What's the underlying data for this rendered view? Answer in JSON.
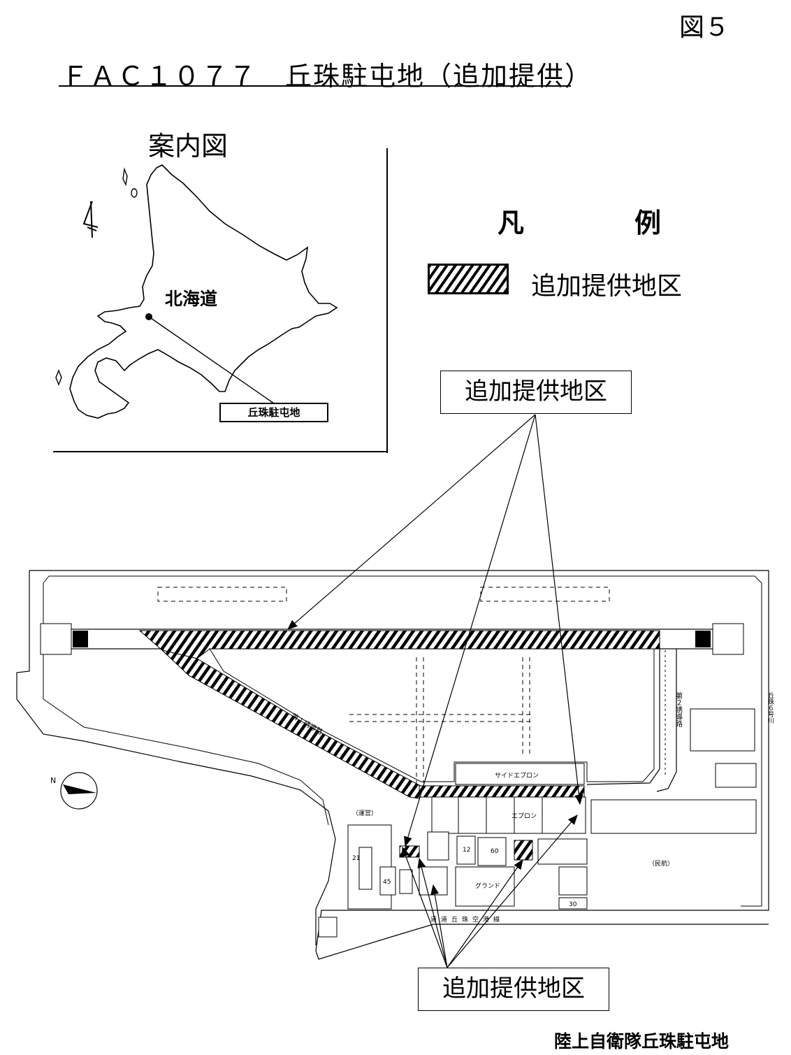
{
  "header": {
    "figure_number": "図５",
    "title": "ＦＡＣ１０７７　丘珠駐屯地（追加提供）"
  },
  "inset_map": {
    "title": "案内図",
    "region_label": "北海道",
    "location_label": "丘珠駐屯地"
  },
  "legend": {
    "heading": "凡　例",
    "items": [
      {
        "label": "追加提供地区",
        "pattern": "diagonal-hatch"
      }
    ]
  },
  "site_map": {
    "callouts": [
      "追加提供地区",
      "追加提供地区"
    ],
    "labels": {
      "taxiway_1": "第１誘導路",
      "taxiway_2": "第２誘導路",
      "side_apron": "サイドエプロン",
      "apron": "エプロン",
      "ground": "グランド",
      "civil_aviation": "（民航）",
      "transport": "（運営）",
      "road": "道道丘珠空港線",
      "river": "丘珠６号川"
    },
    "building_numbers": [
      "21",
      "45",
      "30",
      "60",
      "12"
    ],
    "hatch_color": "#000000"
  },
  "footer": {
    "organization": "陸上自衛隊丘珠駐屯地"
  }
}
